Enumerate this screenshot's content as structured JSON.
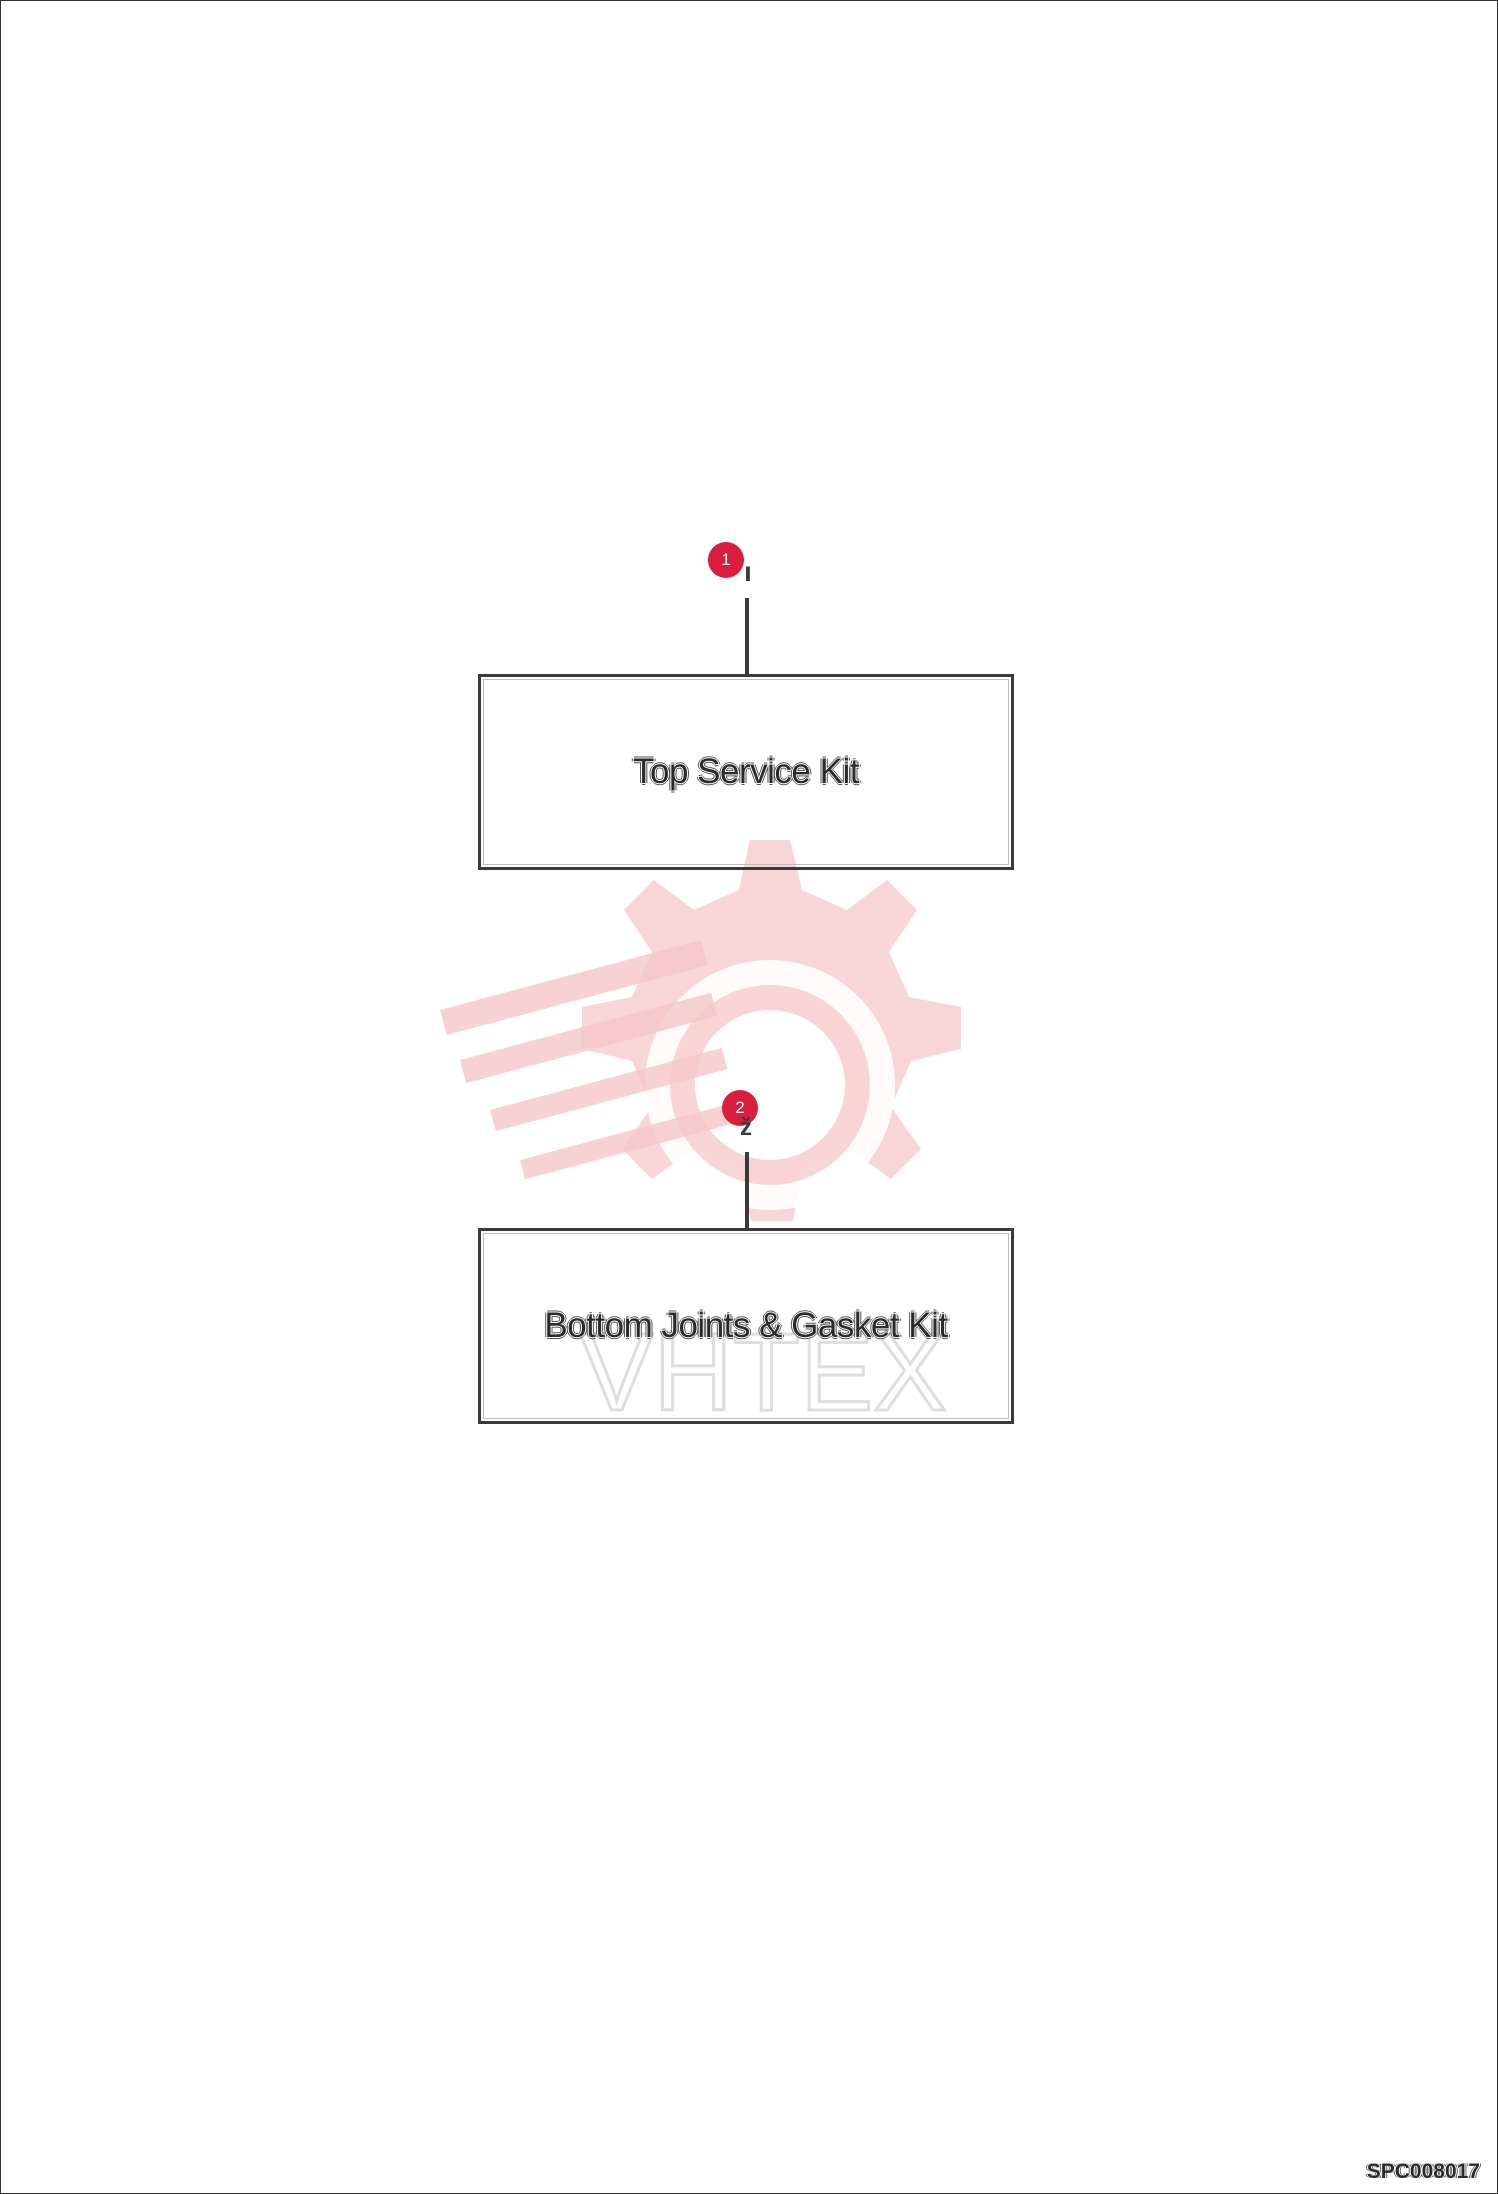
{
  "diagram": {
    "kits": [
      {
        "callout": "1",
        "label": "Top Service Kit"
      },
      {
        "callout": "2",
        "label": "Bottom Joints & Gasket Kit"
      }
    ],
    "drawing_code": "SPC008017",
    "watermark_text": "VHTEX",
    "colors": {
      "callout": "#d81e3c",
      "watermark": "#f5c7cb",
      "watermark_text": "#dedede",
      "outline": "#3a3a3a"
    }
  }
}
